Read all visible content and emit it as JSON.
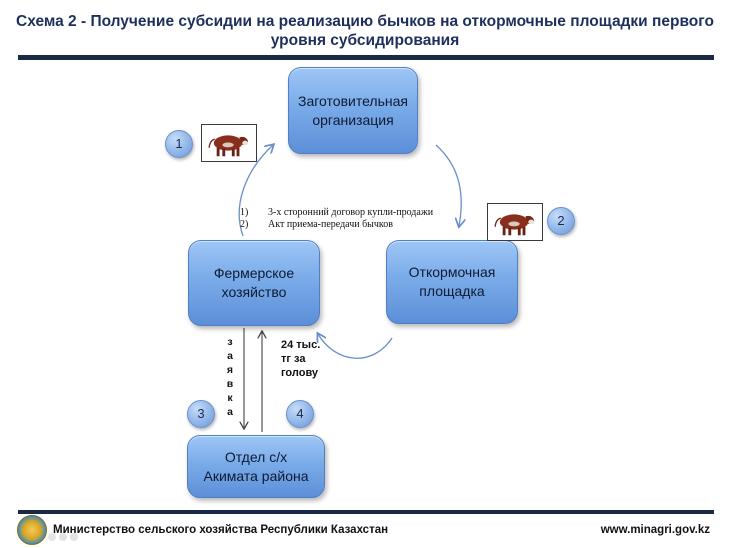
{
  "title": "Схема 2 - Получение субсидии на реализацию бычков на откормочные площадки первого уровня субсидирования",
  "nodes": {
    "procurement": "Заготовительная\nорганизация",
    "farm": "Фермерское\nхозяйство",
    "feedlot": "Откормочная\nплощадка",
    "department": "Отдел с/х\nАкимата района"
  },
  "steps": [
    "1",
    "2",
    "3",
    "4"
  ],
  "documents": [
    {
      "num": "1)",
      "text": "3-х сторонний договор купли-продажи"
    },
    {
      "num": "2)",
      "text": "Акт приема-передачи бычков"
    }
  ],
  "application_letters": [
    "з",
    "а",
    "я",
    "в",
    "к",
    "а"
  ],
  "price_label": "24 тыс.\nтг за\nголову",
  "icons": {
    "bull": "bull-icon",
    "emblem": "state-emblem-icon"
  },
  "colors": {
    "box": "#7aabe9",
    "accent": "#1b2a44",
    "arrow": "#6a8fc8"
  },
  "footer": {
    "ministry": "Министерство сельского хозяйства Республики Казахстан",
    "website": "www.minagri.gov.kz"
  }
}
